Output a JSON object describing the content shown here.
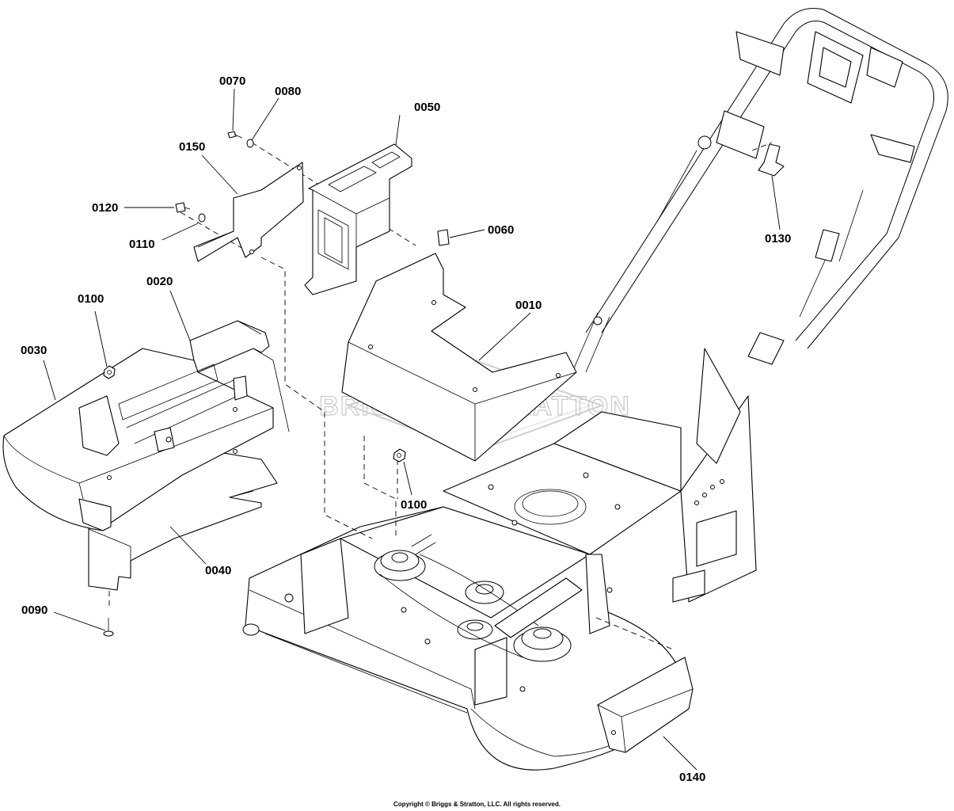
{
  "watermark": "BRIGGS & STRATTON",
  "callouts": {
    "c0010": "0010",
    "c0020": "0020",
    "c0030": "0030",
    "c0040": "0040",
    "c0050": "0050",
    "c0060": "0060",
    "c0070": "0070",
    "c0080": "0080",
    "c0090": "0090",
    "c0100a": "0100",
    "c0100b": "0100",
    "c0110": "0110",
    "c0120": "0120",
    "c0130": "0130",
    "c0140": "0140",
    "c0150": "0150"
  },
  "copyright": "Copyright © Briggs & Stratton, LLC. All rights reserved."
}
